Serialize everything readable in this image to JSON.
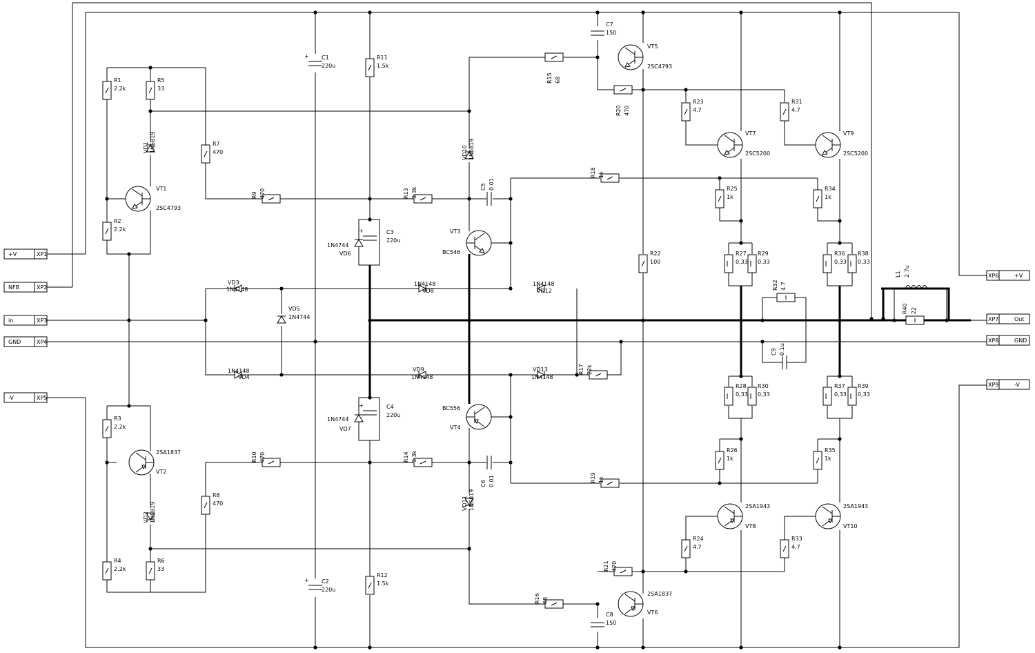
{
  "connectors": {
    "left": [
      {
        "id": "XP1",
        "label": "+V"
      },
      {
        "id": "XP2",
        "label": "NFB"
      },
      {
        "id": "XP3",
        "label": "in"
      },
      {
        "id": "XP4",
        "label": "GND"
      },
      {
        "id": "XP5",
        "label": "-V"
      }
    ],
    "right": [
      {
        "id": "XP6",
        "label": "+V"
      },
      {
        "id": "XP7",
        "label": "Out"
      },
      {
        "id": "XP8",
        "label": "GND"
      },
      {
        "id": "XP9",
        "label": "-V"
      }
    ]
  },
  "resistors": [
    {
      "ref": "R1",
      "value": "2.2k"
    },
    {
      "ref": "R2",
      "value": "2.2k"
    },
    {
      "ref": "R3",
      "value": "2.2k"
    },
    {
      "ref": "R4",
      "value": "2.2k"
    },
    {
      "ref": "R5",
      "value": "33"
    },
    {
      "ref": "R6",
      "value": "33"
    },
    {
      "ref": "R7",
      "value": "470"
    },
    {
      "ref": "R8",
      "value": "470"
    },
    {
      "ref": "R9",
      "value": "470"
    },
    {
      "ref": "R10",
      "value": "470"
    },
    {
      "ref": "R11",
      "value": "1.5k"
    },
    {
      "ref": "R12",
      "value": "1.5k"
    },
    {
      "ref": "R13",
      "value": "3.3k"
    },
    {
      "ref": "R14",
      "value": "3.3k"
    },
    {
      "ref": "R15",
      "value": "68"
    },
    {
      "ref": "R16",
      "value": "68"
    },
    {
      "ref": "R17",
      "value": "22k"
    },
    {
      "ref": "R18",
      "value": "1k"
    },
    {
      "ref": "R19",
      "value": "1k"
    },
    {
      "ref": "R20",
      "value": "470"
    },
    {
      "ref": "R21",
      "value": "470"
    },
    {
      "ref": "R22",
      "value": "100"
    },
    {
      "ref": "R23",
      "value": "4.7"
    },
    {
      "ref": "R24",
      "value": "4.7"
    },
    {
      "ref": "R25",
      "value": "1k"
    },
    {
      "ref": "R26",
      "value": "1k"
    },
    {
      "ref": "R27",
      "value": "0,33"
    },
    {
      "ref": "R28",
      "value": "0,33"
    },
    {
      "ref": "R29",
      "value": "0,33"
    },
    {
      "ref": "R30",
      "value": "0,33"
    },
    {
      "ref": "R31",
      "value": "4.7"
    },
    {
      "ref": "R32",
      "value": "4.7"
    },
    {
      "ref": "R33",
      "value": "4.7"
    },
    {
      "ref": "R34",
      "value": "1k"
    },
    {
      "ref": "R35",
      "value": "1k"
    },
    {
      "ref": "R36",
      "value": "0,33"
    },
    {
      "ref": "R37",
      "value": "0,33"
    },
    {
      "ref": "R38",
      "value": "0,33"
    },
    {
      "ref": "R39",
      "value": "0,33"
    },
    {
      "ref": "R40",
      "value": "22"
    }
  ],
  "capacitors": [
    {
      "ref": "C1",
      "value": "220u"
    },
    {
      "ref": "C2",
      "value": "220u"
    },
    {
      "ref": "C3",
      "value": "220u"
    },
    {
      "ref": "C4",
      "value": "220u"
    },
    {
      "ref": "C5",
      "value": "0.01"
    },
    {
      "ref": "C6",
      "value": "0.01"
    },
    {
      "ref": "C7",
      "value": "150"
    },
    {
      "ref": "C8",
      "value": "150"
    },
    {
      "ref": "C9",
      "value": "0.1u"
    }
  ],
  "transistors": [
    {
      "ref": "VT1",
      "value": "2SC4793"
    },
    {
      "ref": "VT2",
      "value": "2SA1837"
    },
    {
      "ref": "VT3",
      "value": "BC546"
    },
    {
      "ref": "VT4",
      "value": "BC556"
    },
    {
      "ref": "VT5",
      "value": "2SC4793"
    },
    {
      "ref": "VT6",
      "value": "2SA1837"
    },
    {
      "ref": "VT7",
      "value": "2SC5200"
    },
    {
      "ref": "VT8",
      "value": "2SA1943"
    },
    {
      "ref": "VT9",
      "value": "2SC5200"
    },
    {
      "ref": "VT10",
      "value": "2SA1943"
    }
  ],
  "diodes": [
    {
      "ref": "VD1",
      "value": "1N5819"
    },
    {
      "ref": "VD2",
      "value": "1N5819"
    },
    {
      "ref": "VD3",
      "value": "1N4148"
    },
    {
      "ref": "VD4",
      "value": "1N4148"
    },
    {
      "ref": "VD5",
      "value": "1N4744"
    },
    {
      "ref": "VD6",
      "value": "1N4744"
    },
    {
      "ref": "VD7",
      "value": "1N4744"
    },
    {
      "ref": "VD8",
      "value": "1N4148"
    },
    {
      "ref": "VD9",
      "value": "1N4148"
    },
    {
      "ref": "VD10",
      "value": "1N5819"
    },
    {
      "ref": "VD11",
      "value": "1N5819"
    },
    {
      "ref": "VD12",
      "value": "1N4148"
    },
    {
      "ref": "VD13",
      "value": "1N4148"
    }
  ],
  "inductors": [
    {
      "ref": "L1",
      "value": "2.7u"
    }
  ]
}
